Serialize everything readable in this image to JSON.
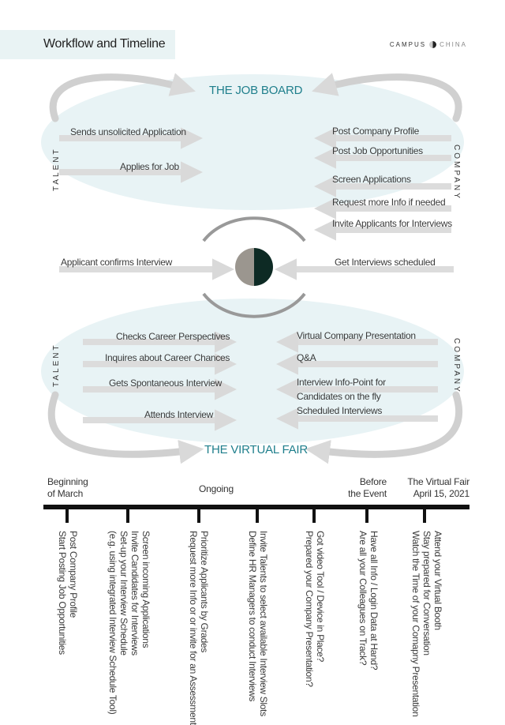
{
  "header": {
    "title": "Workflow and Timeline",
    "logo_left": "CAMPUS",
    "logo_right": "CHINA"
  },
  "job_board": {
    "title": "THE JOB BOARD",
    "talent_label": "TALENT",
    "company_label": "COMPANY",
    "talent_items": [
      "Sends unsolicited Application",
      "Applies for Job"
    ],
    "company_items": [
      "Post Company Profile",
      "Post Job Opportunities",
      "Screen Applications",
      "Request more Info if needed",
      "Invite Applicants for Interviews"
    ]
  },
  "middle": {
    "talent": "Applicant confirms Interview",
    "company": "Get Interviews scheduled"
  },
  "virtual_fair": {
    "title": "THE VIRTUAL FAIR",
    "talent_label": "TALENT",
    "company_label": "COMPANY",
    "talent_items": [
      "Checks Career Perspectives",
      "Inquires about Career Chances",
      "Gets Spontaneous Interview",
      "Attends Interview"
    ],
    "company_items": [
      "Virtual Company Presentation",
      "Q&A",
      "Interview Info-Point for",
      "Candidates on the fly",
      "Scheduled Interviews"
    ]
  },
  "timeline": {
    "phases": [
      {
        "l1": "Beginning",
        "l2": "of March"
      },
      {
        "l1": "Ongoing"
      },
      {
        "l1": "Before",
        "l2": "the Event"
      },
      {
        "l1": "The Virtual Fair",
        "l2": "April 15, 2021"
      }
    ],
    "steps": [
      [
        "Post Company Profile",
        "Start Posting Job Opportunities"
      ],
      [
        "Screen incoming Applications",
        "Invite Candidates for Interviews",
        "Set-up your Interview Schedule",
        "(e.g. using integrated Interview Schedule Tool)"
      ],
      [
        "Prioritize Applicants by Grades",
        "Request more Info or or invite for an Assessment"
      ],
      [
        "Invite Talents to select available Interview Slots",
        "Define HR Managers to conduct Interviews"
      ],
      [
        "Got video Tool / Device in Place?",
        "Prepared your Company Presentation?"
      ],
      [
        "Have all Info / Login Data at Hand?",
        "Are all your Colleagues on Track?"
      ],
      [
        "Attend your Virtual Booth",
        "Stay prepared for Conversation",
        "Watch the Time of your Comapny Presentation"
      ]
    ]
  },
  "colors": {
    "ellipse": "#e8f3f5",
    "arrow": "#d9d9d9",
    "title": "#1f7f8c",
    "circle_left": "#9b968f",
    "circle_right": "#0d2a24"
  }
}
